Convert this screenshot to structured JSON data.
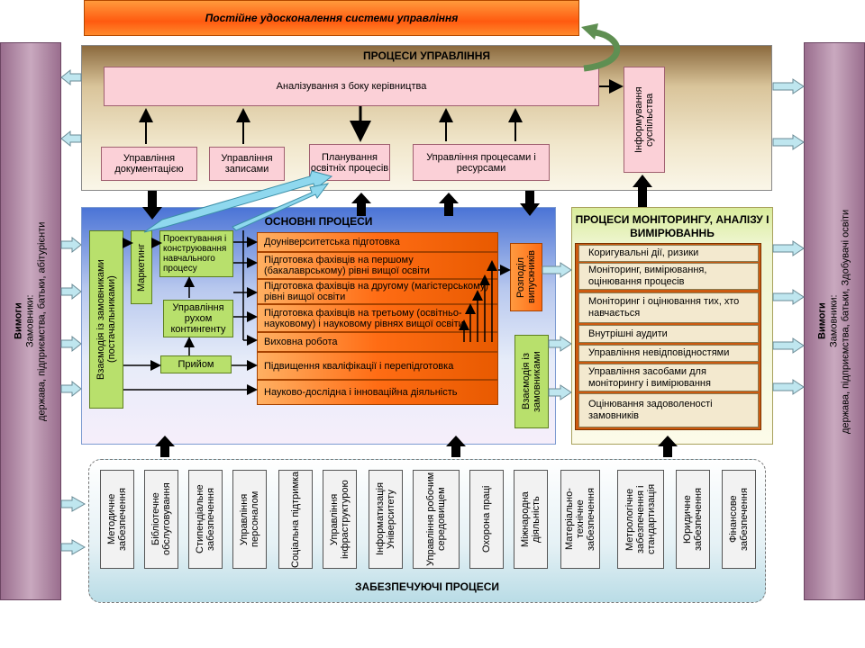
{
  "banner": "Постійне удосконалення системи управління",
  "left_side": {
    "title": "Вимоги",
    "body": "Замовники:",
    "body2": "держава, підприємства, батьки, абітурієнти"
  },
  "right_side": {
    "title": "Вимоги",
    "body": "Замовники:",
    "body2": "держава, підприємства, батьки, Здобувачі освіти"
  },
  "management": {
    "title": "ПРОЦЕСИ УПРАВЛІННЯ",
    "analysis": "Аналізування з боку керівництва",
    "inform": "Інформування суспільства",
    "items": [
      "Управління документацією",
      "Управління записами",
      "Планування освітніх процесів",
      "Управління процесами і ресурсами"
    ]
  },
  "core": {
    "title": "ОСНОВНІ ПРОЦЕСИ",
    "interaction_suppliers": "Взаємодія із замовниками (постачальниками)",
    "marketing": "Маркетинг",
    "design": "Проектування і конструювання навчального процесу",
    "contingent": "Управління рухом контингенту",
    "admission": "Прийом",
    "processes": [
      "Доуніверситетська підготовка",
      "Підготовка фахівців на першому (бакалаврському) рівні вищої освіти",
      "Підготовка фахівців на другому (магістерському) рівні вищої освіти",
      "Підготовка фахівців на третьому (освітньо-науковому) і науковому рівнях вищої освіти",
      "Виховна робота",
      "Підвищення кваліфікації і перепідготовка",
      "Науково-дослідна і інноваційна діяльність"
    ],
    "distribution": "Розподіл випускників",
    "interaction_customers": "Взаємодія із замовниками"
  },
  "monitoring": {
    "title": "ПРОЦЕСИ МОНІТОРИНГУ, АНАЛІЗУ І ВИМІРЮВАННЬ",
    "items": [
      "Коригувальні дії, ризики",
      "Моніторинг, вимірювання, оцінювання процесів",
      "Моніторинг і оцінювання тих, хто навчається",
      "Внутрішні аудити",
      "Управління невідповідностями",
      "Управління засобами для моніторингу і вимірювання",
      "Оцінювання задоволеності замовників"
    ]
  },
  "support": {
    "title": "ЗАБЕЗПЕЧУЮЧІ ПРОЦЕСИ",
    "items": [
      "Методичне забезпечення",
      "Бібліотечне обслуговування",
      "Стипендіальне забезпечення",
      "Управління персоналом",
      "Соціальна підтримка",
      "Управління інфраструктурою",
      "Інформатизація Університету",
      "Управління робочим середовищем",
      "Охорона праці",
      "Міжнародна діяльність",
      "Матеріально-технічне забезпечення",
      "Метрологічне забезпечення і стандартизація",
      "Юридичне забезпечення",
      "Фінансове забезпечення"
    ]
  },
  "colors": {
    "orange": "#ff6c14",
    "green": "#b8e06c",
    "pink": "#fbd0d7",
    "blue": "#4b74d6",
    "purple": "#b08aa6",
    "cyan": "#8fd8ee"
  }
}
